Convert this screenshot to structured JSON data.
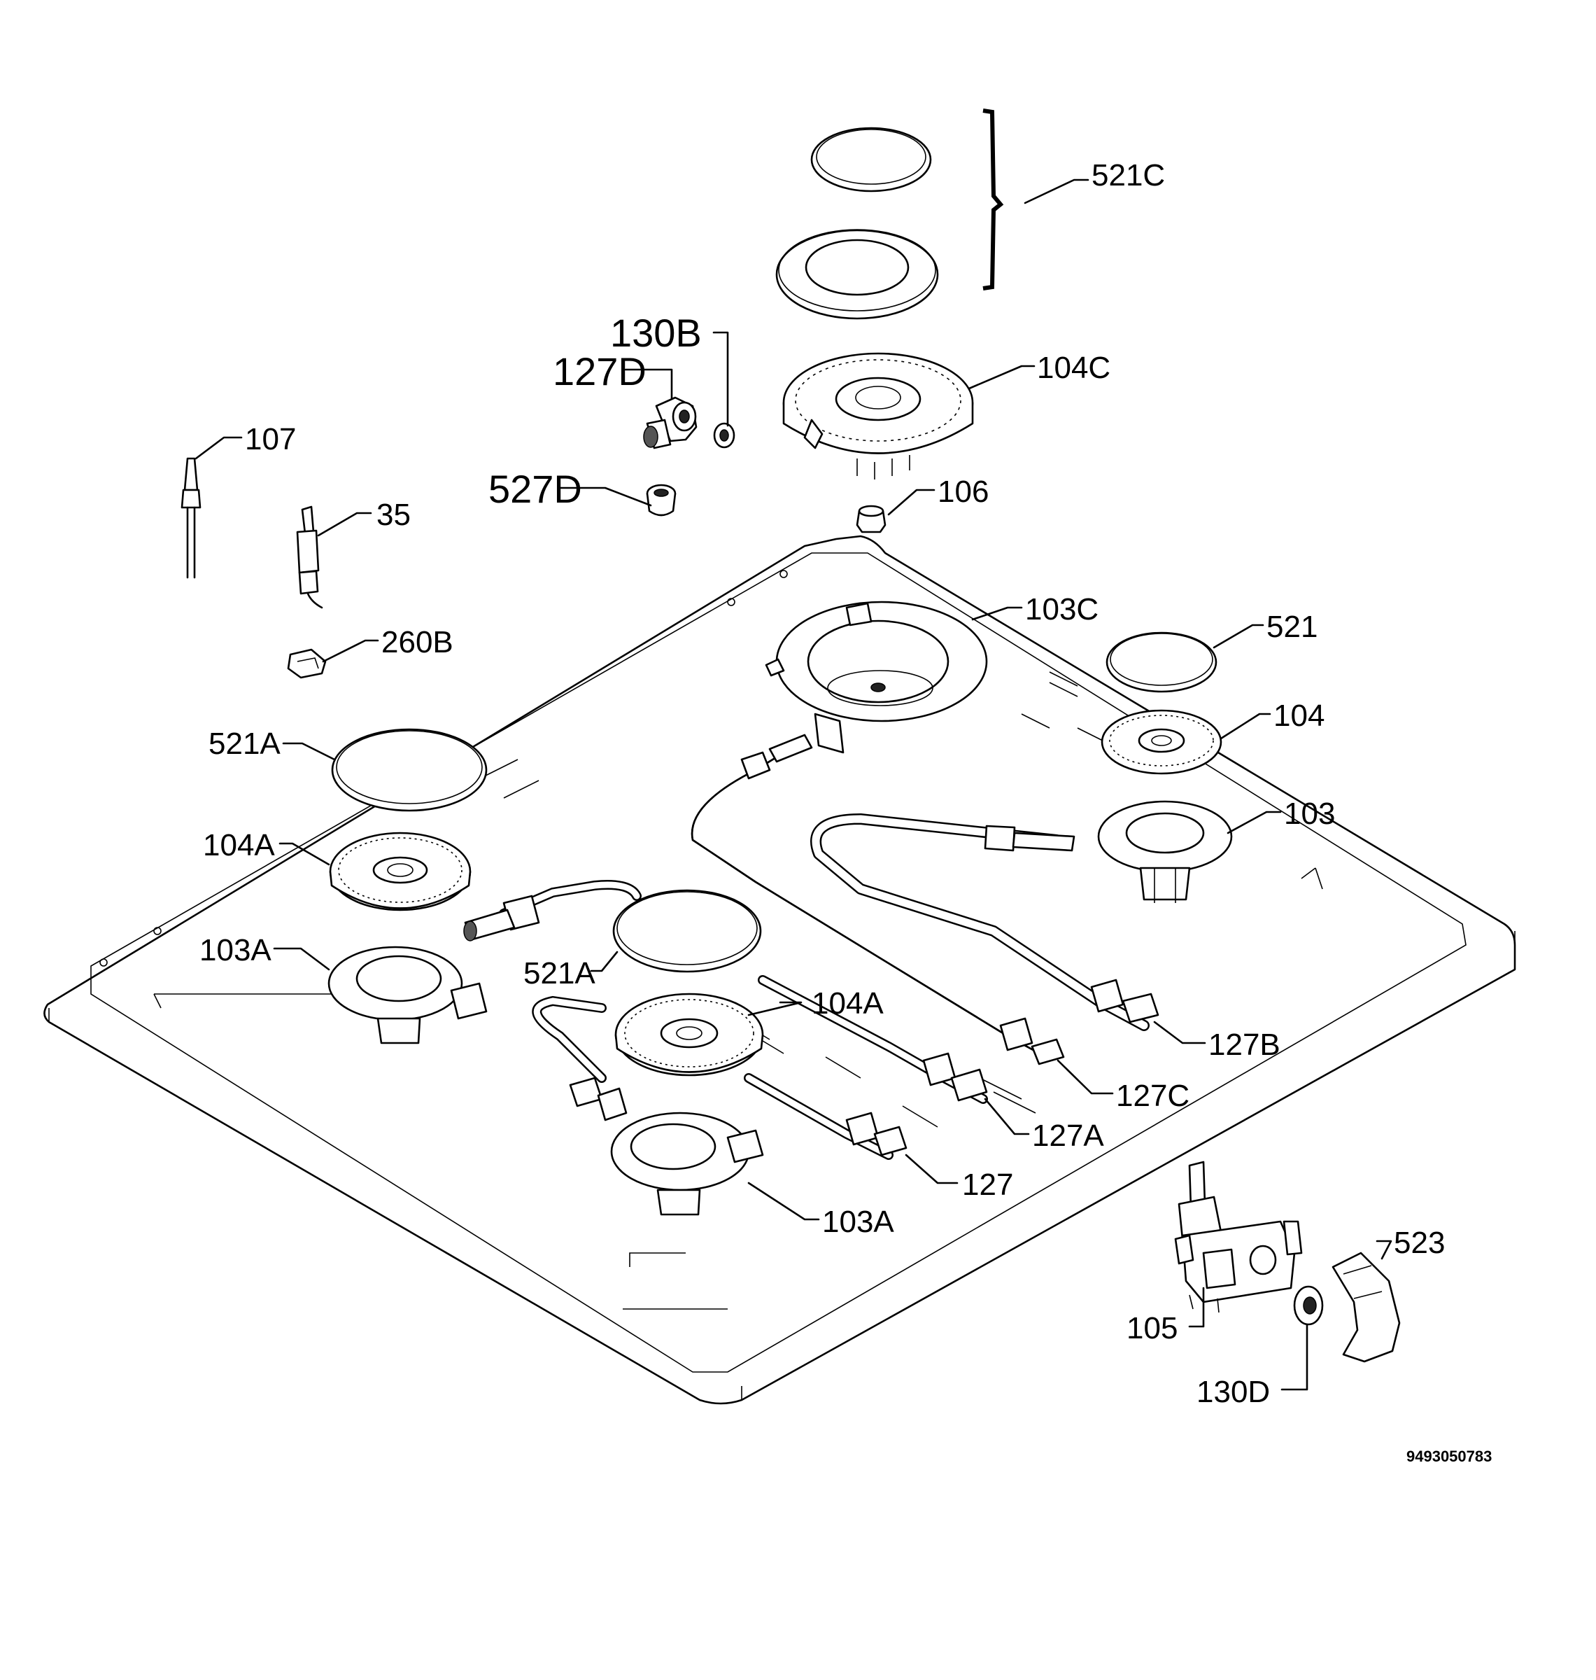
{
  "labels": {
    "p521c": "521C",
    "p130b": "130B",
    "p127d": "127D",
    "p104c": "104C",
    "p107": "107",
    "p35": "35",
    "p527d": "527D",
    "p106": "106",
    "p260b": "260B",
    "p103c": "103C",
    "p521": "521",
    "p104": "104",
    "p103": "103",
    "p521a_left": "521A",
    "p104a_left": "104A",
    "p103a_left": "103A",
    "p521a_center": "521A",
    "p104a_center": "104A",
    "p127b": "127B",
    "p127c": "127C",
    "p127a": "127A",
    "p127": "127",
    "p103a_center": "103A",
    "p105": "105",
    "p523": "523",
    "p130d": "130D"
  },
  "document_number": "9493050783"
}
